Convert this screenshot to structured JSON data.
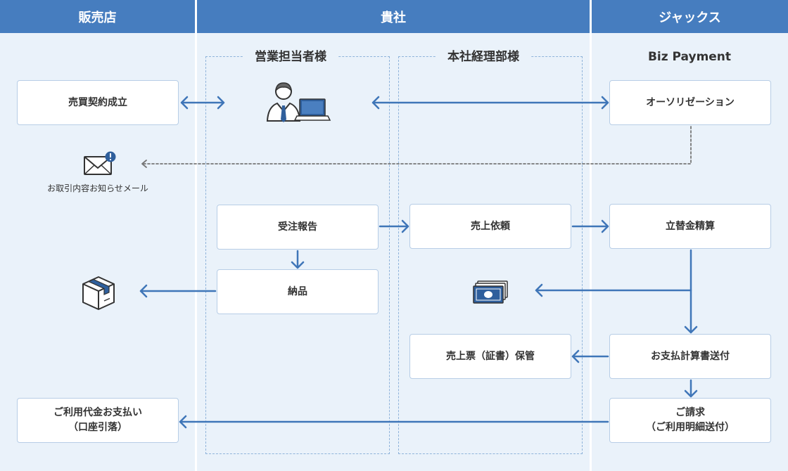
{
  "columns": {
    "shop": "販売店",
    "company": "貴社",
    "jacks": "ジャックス"
  },
  "groups": {
    "sales": "営業担当者様",
    "accounting": "本社経理部様",
    "biz_payment": "Biz Payment"
  },
  "nodes": {
    "contract": "売買契約成立",
    "authorization": "オーソリゼーション",
    "order_report": "受注報告",
    "sales_request": "売上依頼",
    "settlement": "立替金精算",
    "delivery": "納品",
    "slip_storage": "売上票（証書）保管",
    "payment_notice": "お支払計算書送付",
    "auto_payment": "ご利用代金お支払い\n（口座引落）",
    "billing": "ご請求\n（ご利用明細送付）"
  },
  "mail_caption": "お取引内容お知らせメール",
  "icons": {
    "salesperson": "salesperson-with-laptop-icon",
    "mail": "mail-notification-icon",
    "package": "package-box-icon",
    "cash": "cash-bundle-icon"
  },
  "colors": {
    "header": "#467dbf",
    "lane": "#eaf2fa",
    "arrow": "#3f76b8",
    "dashed_arrow": "#777777",
    "box_border": "#b7cde6"
  }
}
